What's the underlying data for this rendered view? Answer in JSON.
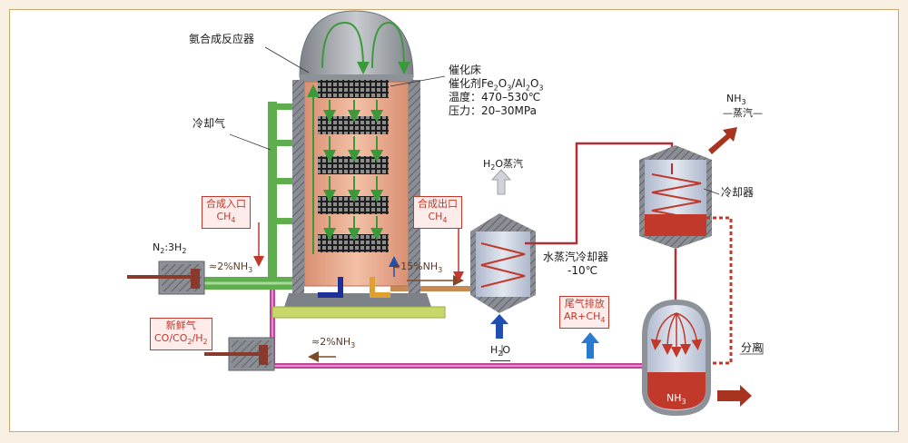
{
  "labels": {
    "reactor": "氨合成反应器",
    "catalyst_bed": "催化床",
    "catalyst_a": "催化剂Fe",
    "catalyst_b": "O",
    "catalyst_c": "/Al",
    "catalyst_d": "O",
    "temperature": "温度：470–530℃",
    "pressure": "压力：20–30MPa",
    "cooling_gas": "冷却气",
    "synthesis_inlet": "合成入口",
    "synthesis_outlet": "合成出口",
    "ch4_in": "CH",
    "ch4_out": "CH",
    "n2_h2_a": "N",
    "n2_h2_b": ":3H",
    "nh3_2pct_a": "≈2%NH",
    "nh3_15pct": "≈15%NH",
    "h2o_steam": "O蒸汽",
    "h2o_steam_h": "H",
    "h2o_in_h": "H",
    "h2o_in": "O",
    "steam_cooler": "水蒸汽冷却器",
    "cooler_temp": "-10℃",
    "fresh_gas": "新鲜气",
    "fresh_gas_comp": "CO/CO",
    "fresh_gas_comp_b": "/H",
    "nh3_2pct_b": "≈2%NH",
    "tail_gas": "尾气排放",
    "tail_gas_comp": "AR+CH",
    "nh3_steam_top_a": "NH",
    "nh3_steam_top_b": "—蒸汽—",
    "cooler": "冷却器",
    "separation": "分离",
    "nh3_out": "NH"
  },
  "subscripts": {
    "two": "2",
    "three": "3",
    "four": "4"
  },
  "colors": {
    "reactor_dome": "#9ea3a8",
    "reactor_body": "#e8a98a",
    "catalyst_grid": "#2b2b2b",
    "cooling_pipe": "#5fae4e",
    "recycle_pipe": "#c0449a",
    "hot_pipe": "#c88a52",
    "steam_line": "#b0303a",
    "liquid_nh3": "#c0392b",
    "vessel": "#8d9299"
  }
}
